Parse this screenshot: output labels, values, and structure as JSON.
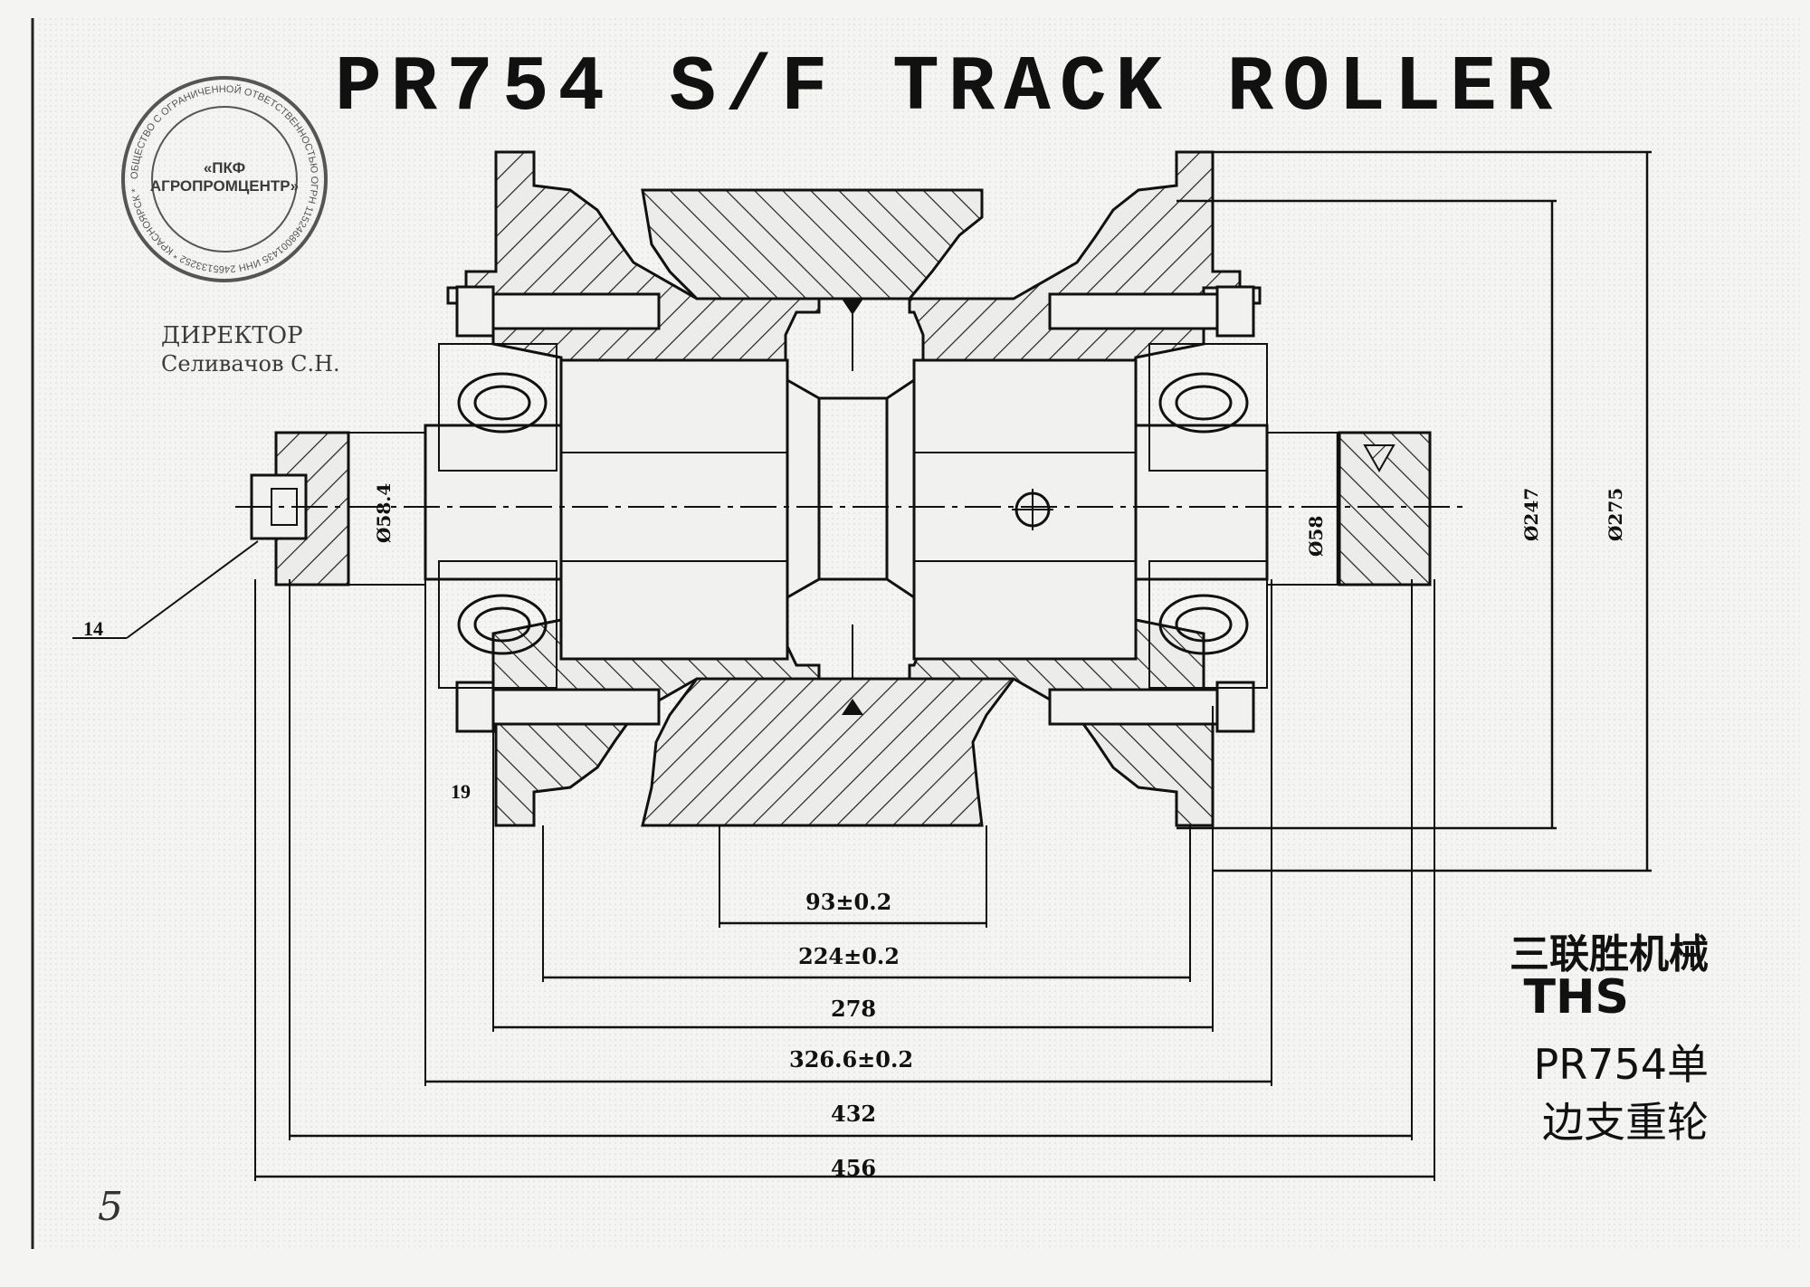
{
  "title": "PR754 S/F TRACK ROLLER",
  "stamp": {
    "org_name": "«ПКФ АГРОПРОМЦЕНТР»",
    "ring_text": "ОБЩЕСТВО С ОГРАНИЧЕННОЙ ОТВЕТСТВЕННОСТЬЮ ОГРН 1152468001435 ИНН 2465133252 * КРАСНОЯРСК *",
    "position": "ДИРЕКТОР",
    "signatory": "Селивачов С.Н.",
    "color": "#555555"
  },
  "callouts": {
    "item_14": "14",
    "item_19": "19"
  },
  "dimensions": {
    "shaft_left": "Ø58.4",
    "shaft_right": "Ø58",
    "d247": "Ø247",
    "d275": "Ø275",
    "w93": "93±0.2",
    "w224": "224±0.2",
    "w278": "278",
    "w326": "326.6±0.2",
    "w432": "432",
    "w456": "456"
  },
  "brand": {
    "company_cn": "三联胜机械",
    "company_en": "THS",
    "product_cn_1": "PR754单",
    "product_cn_2": "边支重轮"
  },
  "page_number": "5",
  "colors": {
    "ink": "#111111",
    "paper": "#f4f4f2",
    "hatch": "#222222"
  }
}
